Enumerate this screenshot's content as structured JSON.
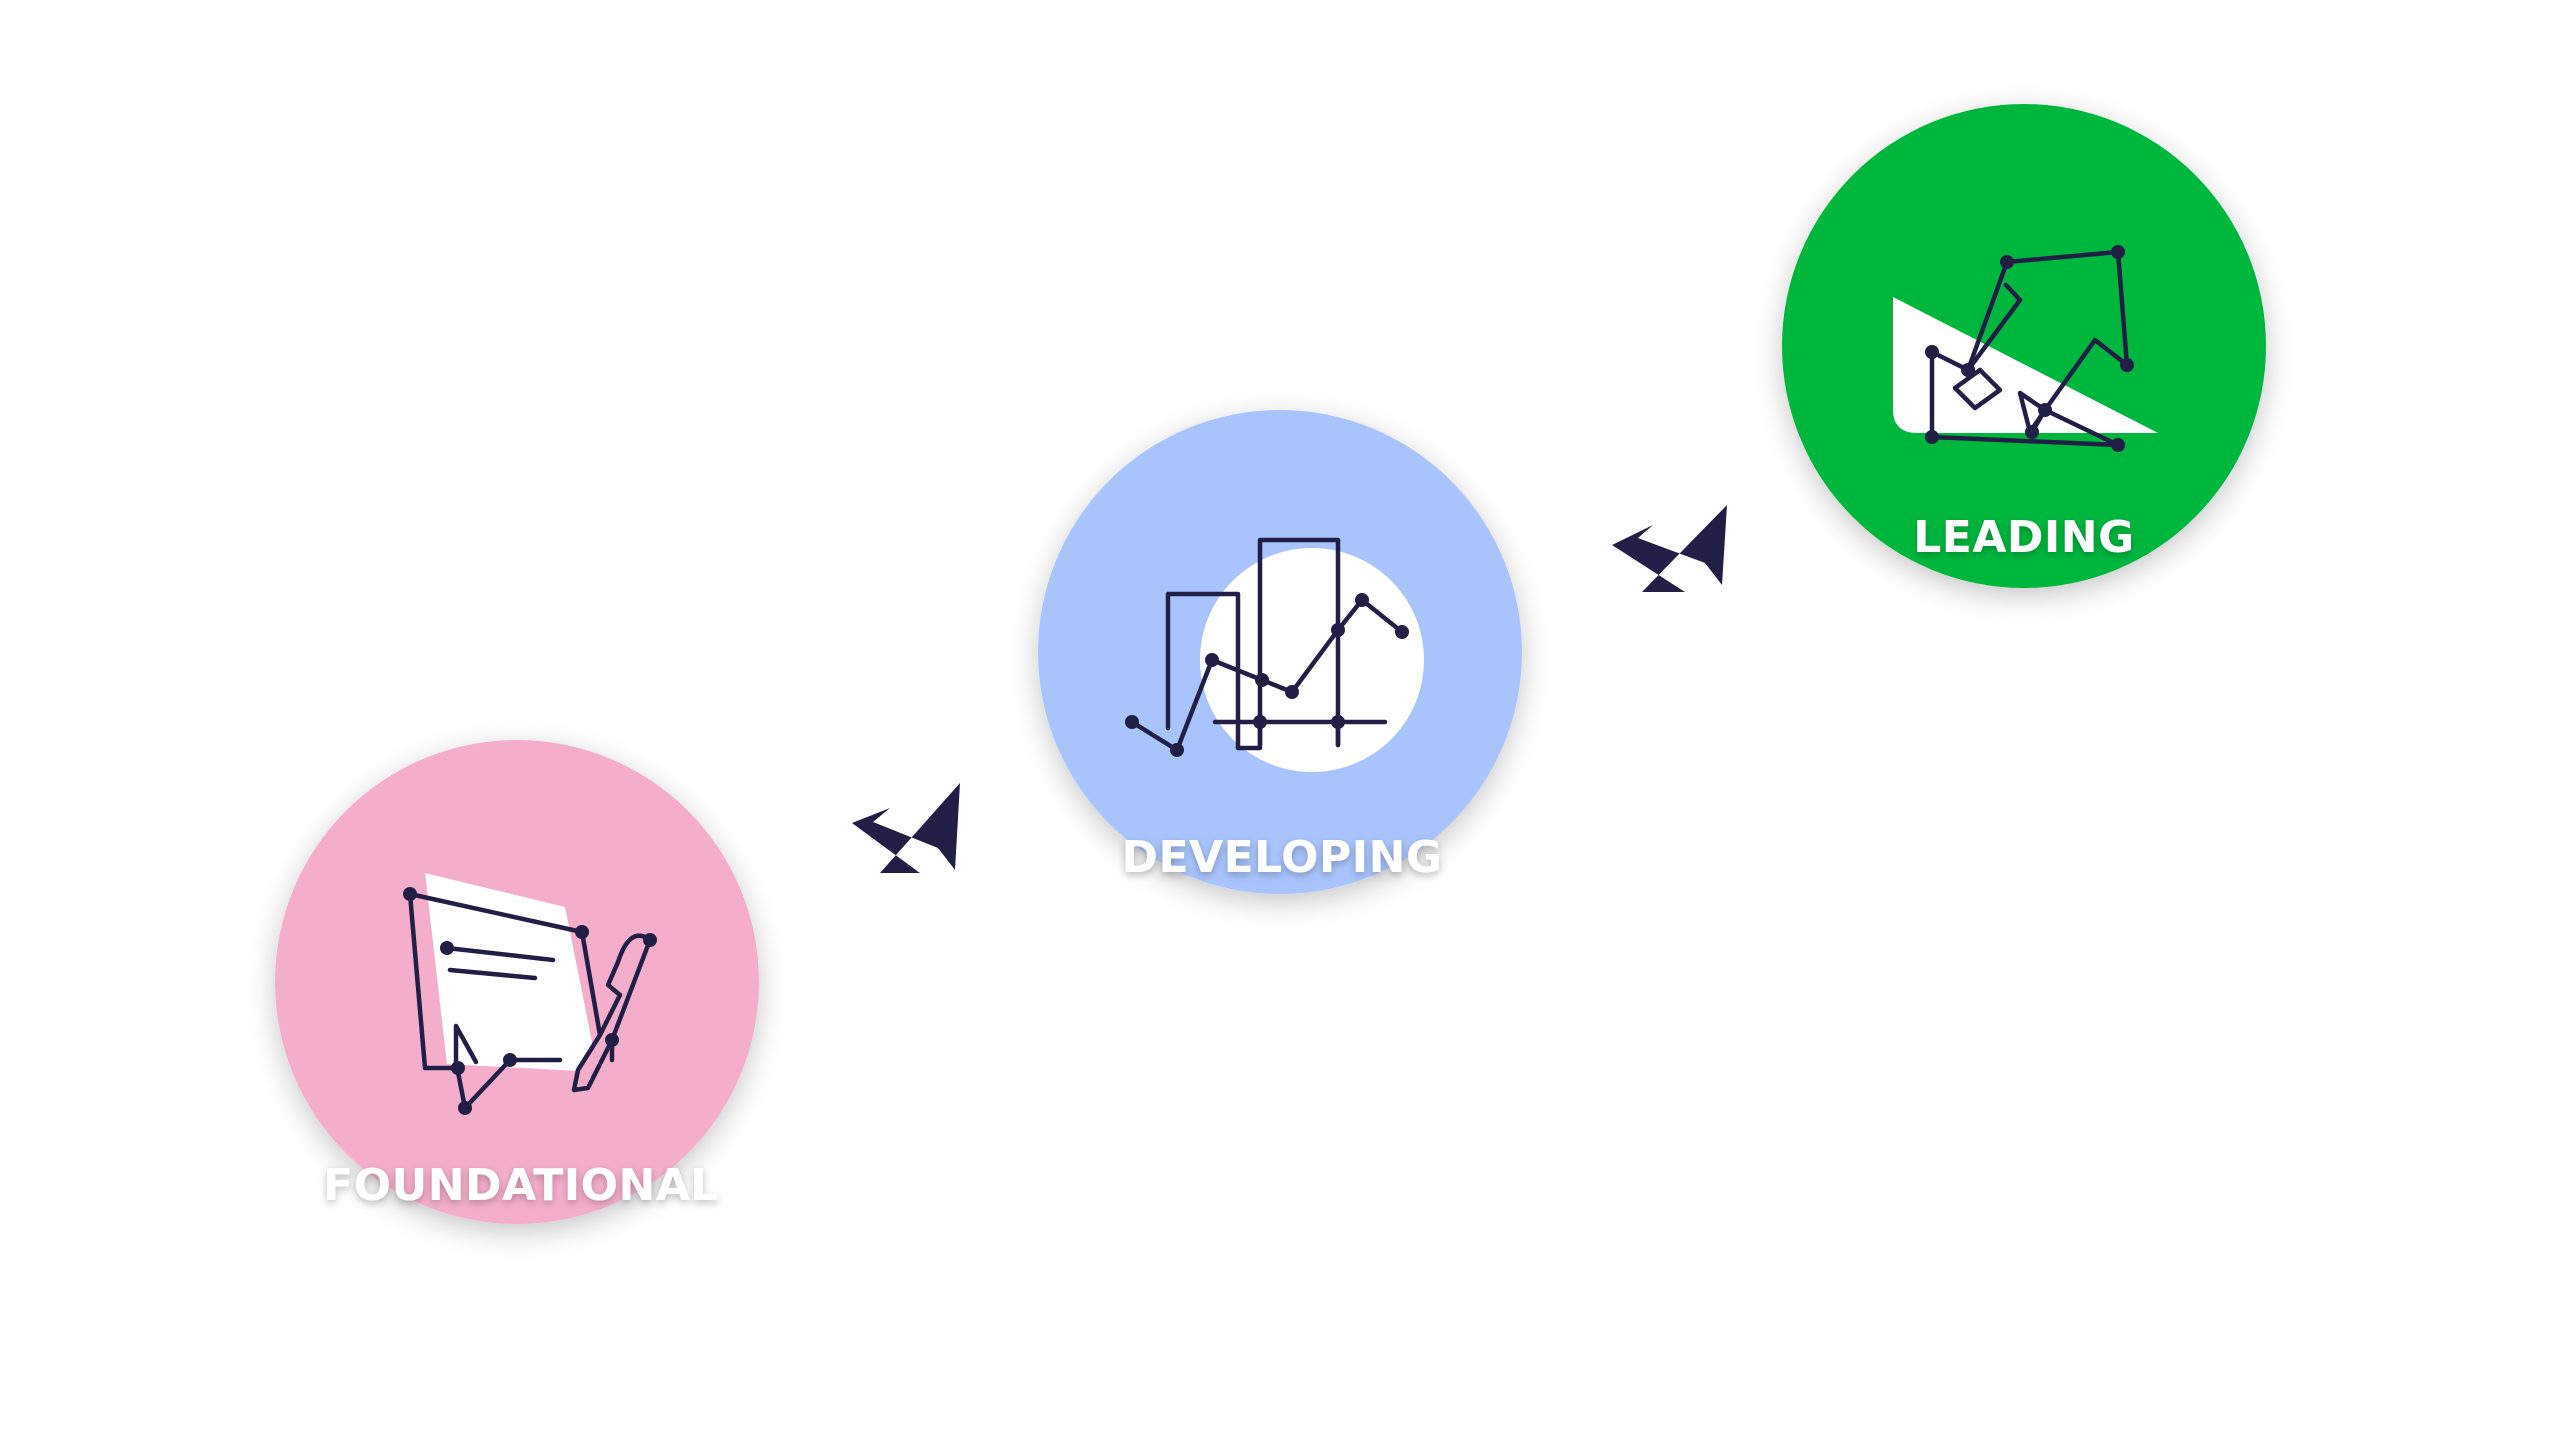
{
  "diagram": {
    "stages": [
      {
        "id": "foundational",
        "label": "FOUNDATIONAL",
        "color": "#f4aecb",
        "icon": "document-and-pen-icon"
      },
      {
        "id": "developing",
        "label": "DEVELOPING",
        "color": "#a9c4fd",
        "icon": "bar-and-line-chart-icon"
      },
      {
        "id": "leading",
        "label": "LEADING",
        "color": "#00b73c",
        "icon": "growth-arrow-triangle-icon"
      }
    ],
    "arrow_color": "#221f47",
    "line_color": "#221f47",
    "accent_white": "#ffffff"
  }
}
